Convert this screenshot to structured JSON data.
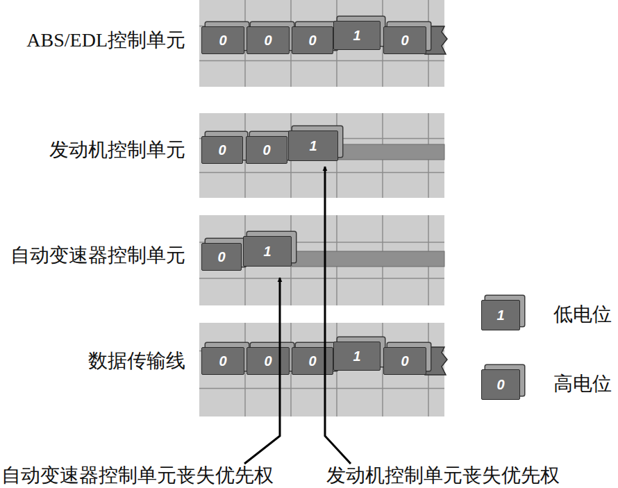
{
  "diagram": {
    "nodes": [
      {
        "text": [
          "ABS/EDL控制单元"
        ]
      },
      {
        "text": [
          "0"
        ],
        "in": 0
      },
      {
        "text": [
          "0"
        ],
        "in": 0
      },
      {
        "text": [
          "0"
        ],
        "in": 0
      },
      {
        "text": [
          "1"
        ],
        "in": 0
      },
      {
        "text": [
          "0"
        ],
        "in": 0
      },
      {
        "text": [
          "发动机控制单元"
        ]
      },
      {
        "text": [
          "0"
        ],
        "in": 6
      },
      {
        "text": [
          "0"
        ],
        "in": 6
      },
      {
        "text": [
          "1"
        ],
        "in": 6
      },
      {
        "text": [
          "自动变速器控制单元"
        ]
      },
      {
        "text": [
          "0"
        ],
        "in": 10
      },
      {
        "text": [
          "1"
        ],
        "in": 10
      },
      {
        "text": [
          "数据传输线"
        ]
      },
      {
        "text": [
          "0"
        ],
        "in": 13
      },
      {
        "text": [
          "0"
        ],
        "in": 13
      },
      {
        "text": [
          "0"
        ],
        "in": 13
      },
      {
        "text": [
          "1"
        ],
        "in": 13
      },
      {
        "text": [
          "0"
        ],
        "in": 13
      }
    ],
    "labels": [
      "1",
      "0",
      "自动变速器控制单元丧失优先权",
      "发动机控制单元丧失优先权"
    ],
    "legend": [
      {
        "text": "低电位",
        "color": "#6e6e6e"
      },
      {
        "text": "高电位",
        "color": "#6e6e6e"
      }
    ]
  }
}
